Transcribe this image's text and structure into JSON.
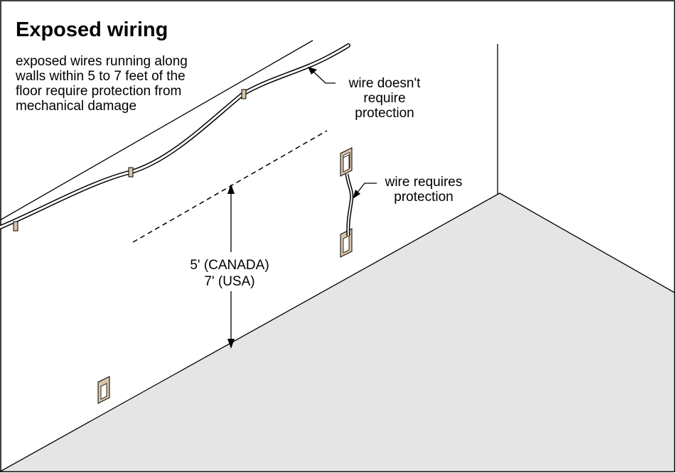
{
  "title": "Exposed wiring",
  "description_lines": [
    "exposed wires running along",
    "walls within 5 to 7 feet of the",
    "floor require protection from",
    "mechanical damage"
  ],
  "callout_no_protection": [
    "wire doesn't",
    "require",
    "protection"
  ],
  "callout_protection": [
    "wire requires",
    "protection"
  ],
  "dimension_label": [
    "5' (CANADA)",
    "7' (USA)"
  ],
  "colors": {
    "floor": "#e5e5e6",
    "outlet": "#d9c3a6",
    "line": "#000000"
  }
}
